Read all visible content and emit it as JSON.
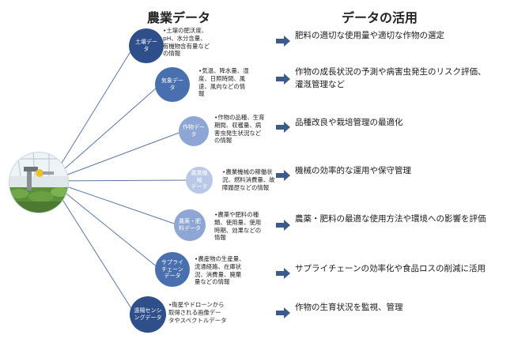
{
  "headers": {
    "left": "農業データ",
    "right": "データの活用"
  },
  "colors": {
    "line": "#5a78a4",
    "arrow": "#3c5b8a"
  },
  "rows": [
    {
      "node": "土壌デー\nタ",
      "desc": "•土壌の肥沃度、\npH、水分含量、\n有機物含有量など\nの情報",
      "use": "肥料の適切な使用量や適切な作物の選定",
      "node_color": "#2e4f8a",
      "node_text": "#ffffff"
    },
    {
      "node": "気象デー\nタ",
      "desc": "•気温、降水量、湿\n度、日照時間、風\n速、風向などの情\n報",
      "use": "作物の成長状況の予測や病害虫発生のリスク評価、\n灌漑管理など",
      "node_color": "#4a6fae",
      "node_text": "#ffffff"
    },
    {
      "node": "作物デー\nタ",
      "desc": "•作物の品種、生育\n期間、収穫量、病\n害虫発生状況など\nの情報",
      "use": "品種改良や栽培管理の最適化",
      "node_color": "#8ea6d4",
      "node_text": "#ffffff"
    },
    {
      "node": "農業機械\nデータ",
      "desc": "•農業機械の稼働状\n況、燃料消費量、故\n障履歴などの情報",
      "use": "機械の効率的な運用や保守管理",
      "node_color": "#b8c8e6",
      "node_text": "#ffffff"
    },
    {
      "node": "農薬・肥\n料データ",
      "desc": "•農薬や肥料の種\n類、使用量、使用\n時期、効果などの\n情報",
      "use": "農薬・肥料の最適な使用方法や環境への影響を評価",
      "node_color": "#8ea6d4",
      "node_text": "#ffffff"
    },
    {
      "node": "サプライ\nチェーン\nデータ",
      "desc": "•農産物の生産量、\n流通経路、在庫状\n況、消費量、廃棄\n量などの情報",
      "use": "サプライチェーンの効率化や食品ロスの削減に活用",
      "node_color": "#4a6fae",
      "node_text": "#ffffff"
    },
    {
      "node": "遠隔センシ\nングデータ",
      "desc": "•衛星やドローンから\n取得される画像デー\nタやスペクトルデータ",
      "use": "作物の生育状況を監視、管理",
      "node_color": "#2e4f8a",
      "node_text": "#ffffff"
    }
  ]
}
